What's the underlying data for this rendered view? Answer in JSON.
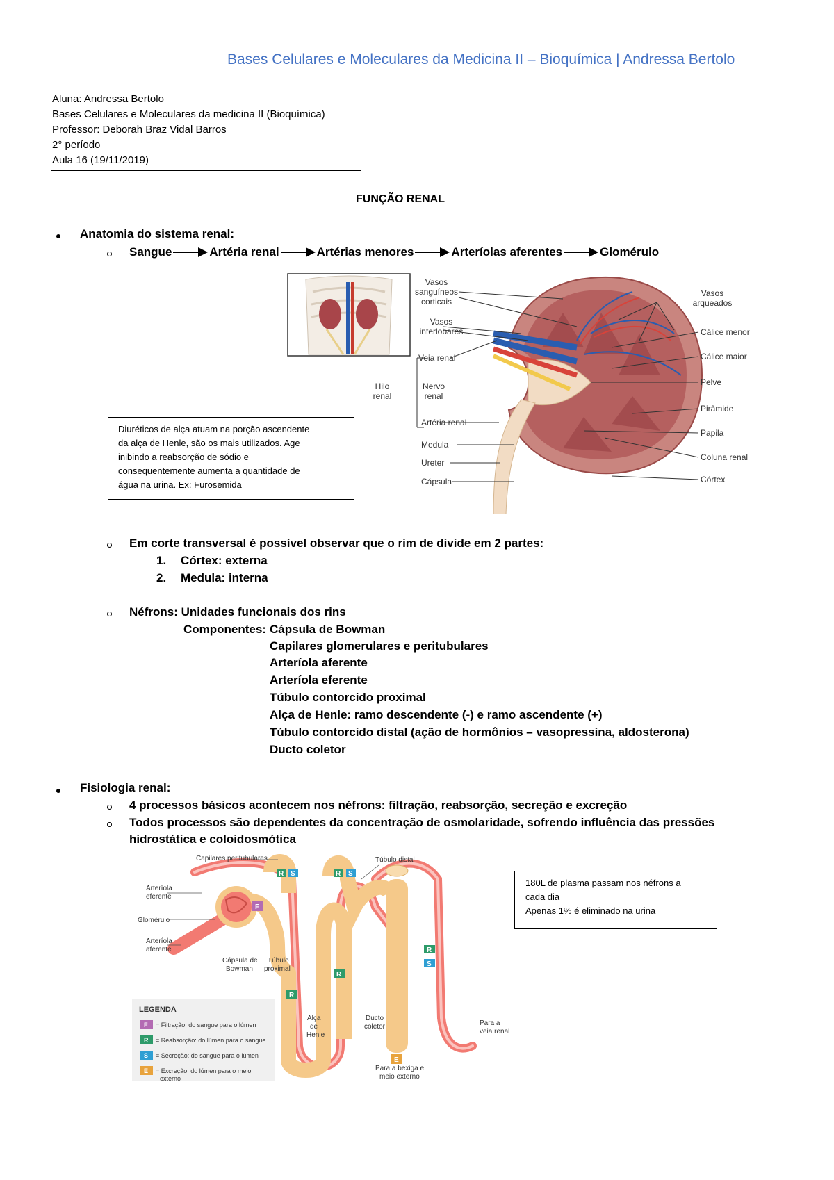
{
  "header": {
    "title": "Bases Celulares e Moleculares da Medicina II – Bioquímica | Andressa Bertolo"
  },
  "info": {
    "lines": [
      "Aluna: Andressa Bertolo",
      "Bases Celulares e Moleculares da medicina II (Bioquímica)",
      "Professor: Deborah Braz Vidal Barros",
      "2° período",
      "Aula 16 (19/11/2019)"
    ]
  },
  "title": "FUNÇÃO RENAL",
  "anatomy": {
    "heading": "Anatomia do sistema renal:",
    "flow": [
      "Sangue",
      "Artéria renal",
      "Artérias menores",
      "Arteríolas aferentes",
      "Glomérulo"
    ],
    "kidney_labels": {
      "vasos_sanguineos": [
        "Vasos",
        "sanguíneos",
        "corticais"
      ],
      "vasos_interlobares": [
        "Vasos",
        "interlobares"
      ],
      "vasos_arqueados": [
        "Vasos",
        "arqueados"
      ],
      "veia_renal": "Veia renal",
      "hilo": [
        "Hilo",
        "renal"
      ],
      "nervo": [
        "Nervo",
        "renal"
      ],
      "arteria_renal": "Artéria renal",
      "medula": "Medula",
      "ureter": "Ureter",
      "capsula": "Cápsula",
      "calice_menor": "Cálice menor",
      "calice_maior": "Cálice maior",
      "pelve": "Pelve",
      "piramide": "Pirâmide",
      "papila": "Papila",
      "coluna_renal": "Coluna renal",
      "cortex": "Córtex"
    },
    "note": [
      "Diuréticos de alça atuam na porção ascendente",
      "da alça de Henle, são os mais utilizados. Age",
      "inibindo a reabsorção de sódio e",
      "consequentemente aumenta a quantidade de",
      "água na urina. Ex: Furosemida"
    ],
    "corte": {
      "text": "Em corte transversal é possível observar que o rim de divide em 2 partes:",
      "items": [
        "Córtex: externa",
        "Medula: interna"
      ]
    },
    "nefrons": {
      "text": "Néfrons: Unidades funcionais dos rins",
      "components_label": "Componentes:",
      "components": [
        "Cápsula de Bowman",
        "Capilares glomerulares e peritubulares",
        "Arteríola aferente",
        "Arteríola eferente",
        "Túbulo contorcido proximal",
        "Alça de Henle: ramo descendente (-) e ramo ascendente (+)",
        "Túbulo contorcido distal (ação de hormônios – vasopressina, aldosterona)",
        "Ducto coletor"
      ]
    }
  },
  "fisiologia": {
    "heading": "Fisiologia renal:",
    "items": [
      "4 processos básicos acontecem nos néfrons: filtração, reabsorção, secreção e excreção",
      "Todos processos são dependentes da concentração de osmolaridade, sofrendo influência das pressões",
      "hidrostática e coloidosmótica"
    ],
    "note": [
      "180L de plasma passam nos néfrons a",
      "cada dia",
      "Apenas 1% é eliminado na urina"
    ],
    "nephron_labels": {
      "capilares": "Capilares peritubulares",
      "arteriola_eferente": [
        "Arteríola",
        "eferente"
      ],
      "glomerulo": "Glomérulo",
      "arteriola_aferente": [
        "Arteríola",
        "aferente"
      ],
      "capsula": [
        "Cápsula de",
        "Bowman"
      ],
      "tubulo_proximal": [
        "Túbulo",
        "proximal"
      ],
      "tubulo_distal": "Túbulo distal",
      "alca": [
        "Alça",
        "de",
        "Henle"
      ],
      "ducto": [
        "Ducto",
        "coletor"
      ],
      "veia": [
        "Para a",
        "veia renal"
      ],
      "bexiga": [
        "Para a bexiga e",
        "meio externo"
      ]
    },
    "legend": {
      "title": "LEGENDA",
      "items": [
        {
          "letter": "F",
          "text": "= Filtração: do sangue para o lúmen",
          "color": "#b36bb3"
        },
        {
          "letter": "R",
          "text": "= Reabsorção: do lúmen para o sangue",
          "color": "#2e9b6a"
        },
        {
          "letter": "S",
          "text": "= Secreção: do sangue para o lúmen",
          "color": "#2f9fd3"
        },
        {
          "letter": "E",
          "text": "= Excreção: do lúmen para o meio",
          "text2": "externo",
          "color": "#e8a33d"
        }
      ]
    }
  }
}
